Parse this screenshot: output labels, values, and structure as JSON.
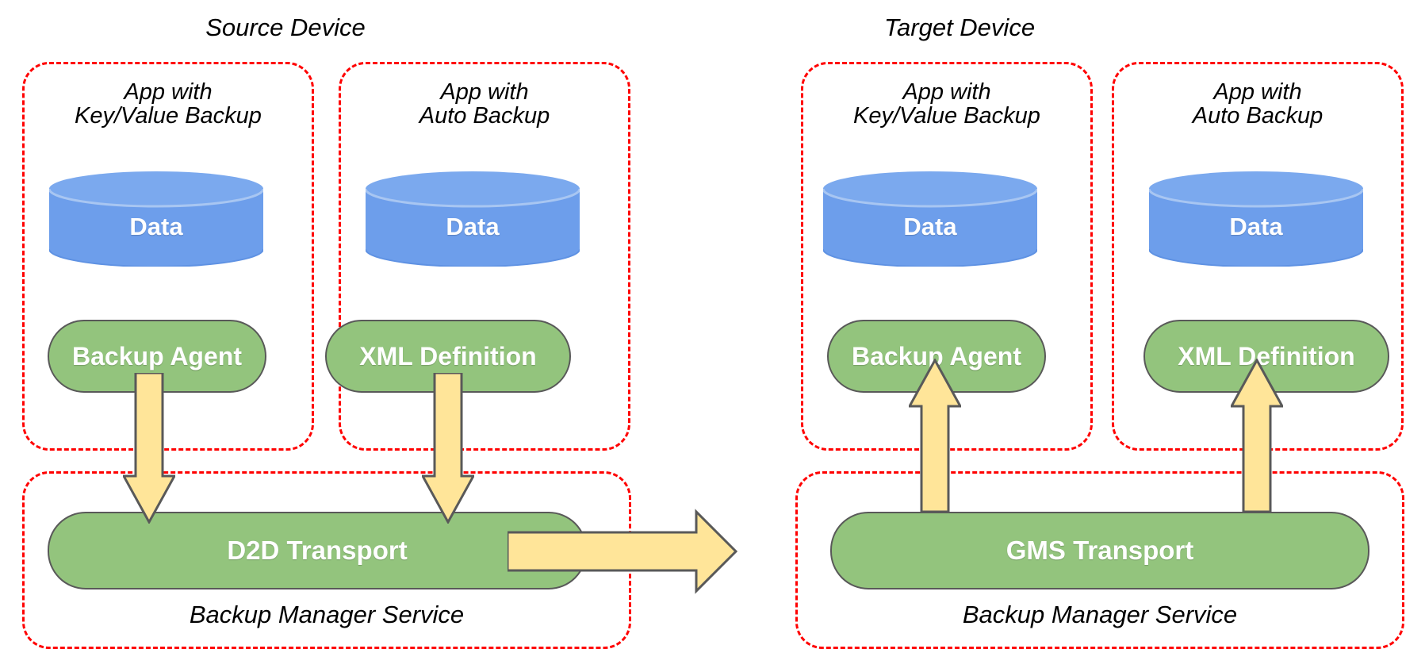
{
  "diagram": {
    "title_left": "Source Device",
    "title_right": "Target Device",
    "colors": {
      "dash_border": "#ff0000",
      "cylinder_fill": "#6d9eeb",
      "pill_fill": "#93c47d",
      "pill_stroke": "#595959",
      "arrow_fill": "#ffe599",
      "arrow_stroke": "#595959",
      "text_dark": "#000000",
      "text_light": "#ffffff",
      "background": "#ffffff"
    },
    "source_device": {
      "label": "Source Device",
      "apps": [
        {
          "title_line1": "App with",
          "title_line2": "Key/Value Backup",
          "data_label": "Data",
          "component_label": "Backup Agent"
        },
        {
          "title_line1": "App with",
          "title_line2": "Auto Backup",
          "data_label": "Data",
          "component_label": "XML Definition"
        }
      ],
      "service": {
        "transport_label": "D2D Transport",
        "service_label": "Backup Manager Service"
      }
    },
    "target_device": {
      "label": "Target Device",
      "apps": [
        {
          "title_line1": "App with",
          "title_line2": "Key/Value Backup",
          "data_label": "Data",
          "component_label": "Backup Agent"
        },
        {
          "title_line1": "App with",
          "title_line2": "Auto Backup",
          "data_label": "Data",
          "component_label": "XML Definition"
        }
      ],
      "service": {
        "transport_label": "GMS Transport",
        "service_label": "Backup Manager Service"
      }
    },
    "arrows": [
      {
        "name": "source-kv-agent-to-d2d",
        "direction": "down"
      },
      {
        "name": "source-auto-xml-to-d2d",
        "direction": "down"
      },
      {
        "name": "d2d-to-gms",
        "direction": "right"
      },
      {
        "name": "gms-to-target-kv-agent",
        "direction": "up"
      },
      {
        "name": "gms-to-target-auto-xml",
        "direction": "up"
      }
    ]
  }
}
